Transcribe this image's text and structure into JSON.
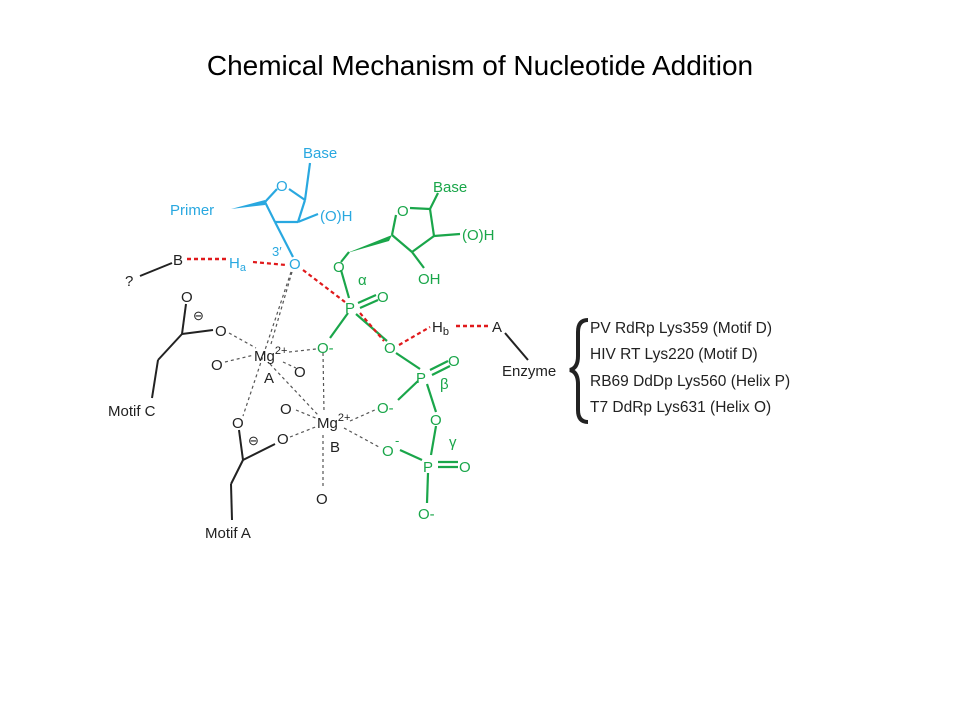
{
  "title": "Chemical Mechanism of Nucleotide Addition",
  "colors": {
    "primer": "#29a8e0",
    "incoming": "#1aa64a",
    "bond_highlight": "#e0191b",
    "black": "#222222"
  },
  "primer": {
    "base": "Base",
    "label": "Primer",
    "hydroxyl": "(O)H",
    "o3_label": "3′",
    "ring_o": "O",
    "o3": "O"
  },
  "incoming": {
    "base": "Base",
    "hydroxyl": "(O)H",
    "oh": "OH",
    "ring_o": "O",
    "o5": "O",
    "alpha": "α",
    "beta": "β",
    "gamma": "γ",
    "p": "P",
    "o": "O",
    "o_minus": "O-",
    "minus": "-"
  },
  "general_acid_base": {
    "b": "B",
    "h_a": "H",
    "h_a_sub": "a",
    "question": "?",
    "h_b": "H",
    "h_b_sub": "b",
    "a": "A",
    "enzyme": "Enzyme"
  },
  "metals": {
    "mg_a": "Mg",
    "mg_a_charge": "2+",
    "mg_a_label": "A",
    "mg_b": "Mg",
    "mg_b_charge": "2+",
    "mg_b_label": "B",
    "o": "O",
    "o_minus": "O-",
    "minus_circle": "⊖"
  },
  "motifs": {
    "motif_c": "Motif C",
    "motif_a": "Motif A"
  },
  "enzyme_list": [
    "PV RdRp Lys359 (Motif D)",
    "HIV RT Lys220 (Motif D)",
    "RB69 DdDp Lys560 (Helix P)",
    "T7 DdRp Lys631 (Helix O)"
  ]
}
